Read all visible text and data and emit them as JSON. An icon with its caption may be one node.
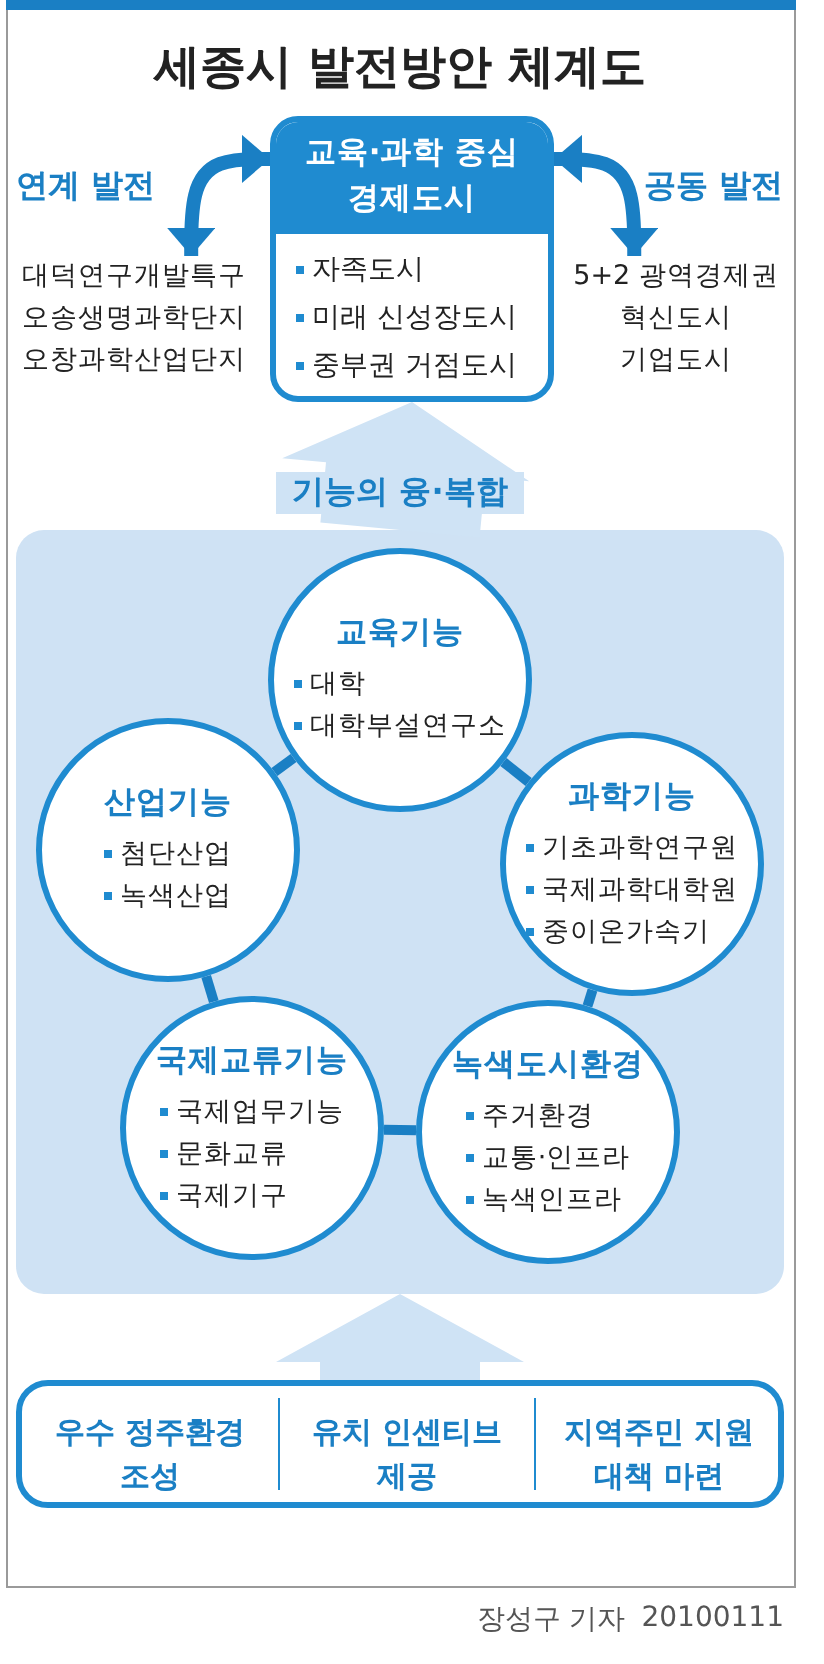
{
  "diagram": {
    "title": "세종시 발전방안 체계도",
    "nodes": [
      {
        "text": [
          "교육·과학 중심 경제도시",
          "자족도시",
          "미래 신성장도시",
          "중부권 거점도시"
        ]
      },
      {
        "text": [
          "대덕연구개발특구",
          "오송생명과학단지",
          "오창과학산업단지"
        ]
      },
      {
        "text": [
          "5+2 광역경제권",
          "혁신도시",
          "기업도시"
        ]
      },
      {
        "text": [],
        "shape": "box"
      },
      {
        "text": [
          "교육기능",
          "대학",
          "대학부설연구소"
        ],
        "in": 3
      },
      {
        "text": [
          "산업기능",
          "첨단산업",
          "녹색산업"
        ],
        "in": 3
      },
      {
        "text": [
          "과학기능",
          "기초과학연구원",
          "국제과학대학원",
          "중이온가속기"
        ],
        "in": 3
      },
      {
        "text": [
          "국제교류기능",
          "국제업무기능",
          "문화교류",
          "국제기구"
        ],
        "in": 3
      },
      {
        "text": [
          "녹색도시환경",
          "주거환경",
          "교통·인프라",
          "녹색인프라"
        ],
        "in": 3
      },
      {
        "text": [],
        "shape": "box"
      },
      {
        "text": [
          "우수 정주환경 조성"
        ],
        "in": 9
      },
      {
        "text": [
          "유치 인센티브 제공"
        ],
        "in": 9
      },
      {
        "text": [
          "지역주민 지원 대책 마련"
        ],
        "in": 9
      }
    ],
    "edges": [
      {
        "from": 0,
        "to": 1,
        "arrow": "both",
        "label": "연계 발전"
      },
      {
        "from": 0,
        "to": 2,
        "arrow": "both",
        "label": "공동 발전"
      },
      {
        "from": 3,
        "to": 0,
        "arrow": "to",
        "label": "기능의 융·복합",
        "style": "thick",
        "color": "#cfe3f5"
      },
      {
        "from": 4,
        "to": 6,
        "arrow": "none"
      },
      {
        "from": 6,
        "to": 8,
        "arrow": "none"
      },
      {
        "from": 8,
        "to": 7,
        "arrow": "none"
      },
      {
        "from": 7,
        "to": 5,
        "arrow": "none"
      },
      {
        "from": 5,
        "to": 4,
        "arrow": "none"
      },
      {
        "from": 9,
        "to": 3,
        "arrow": "to",
        "style": "thick",
        "color": "#cfe3f5"
      }
    ],
    "labels": [
      "장성구 기자",
      "20100111"
    ]
  }
}
